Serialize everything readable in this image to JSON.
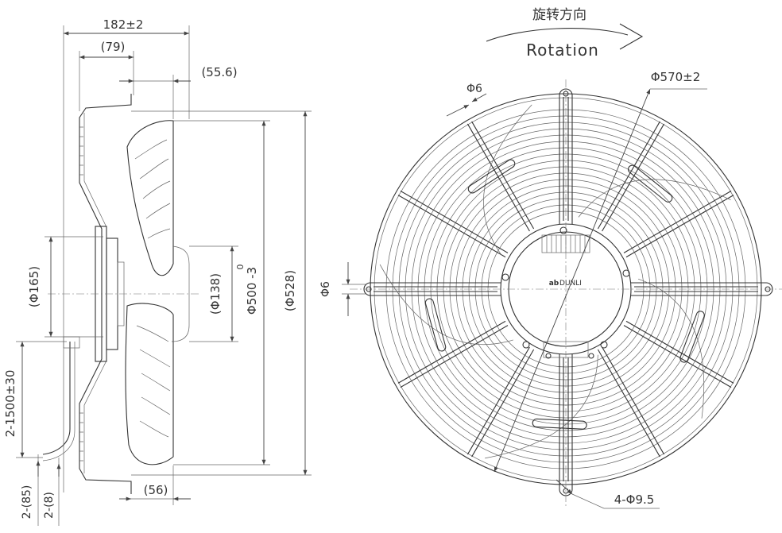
{
  "side_view": {
    "dims": {
      "overall_depth": "182±2",
      "motor_depth": "(79)",
      "blade_offset": "(55.6)",
      "hub_diameter": "(Φ165)",
      "inner_diameter": "(Φ138)",
      "blade_diameter": "Φ500 -3",
      "blade_tolerance_upper": "0",
      "guard_diameter": "(Φ528)",
      "cable_length": "2-1500±30",
      "cable_strip_outer": "2-(85)",
      "cable_strip_inner": "2-(8)",
      "mount_offset": "(56)"
    }
  },
  "front_view": {
    "rotation_cn": "旋转方向",
    "rotation_en": "Rotation",
    "ring_diameter": "Φ570±2",
    "wire_top": "Φ6",
    "wire_side": "Φ6",
    "mount_holes": "4-Φ9.5",
    "brand": "DUNLI",
    "brand_mark": "ab"
  },
  "colors": {
    "line": "#333333",
    "background": "#ffffff"
  }
}
